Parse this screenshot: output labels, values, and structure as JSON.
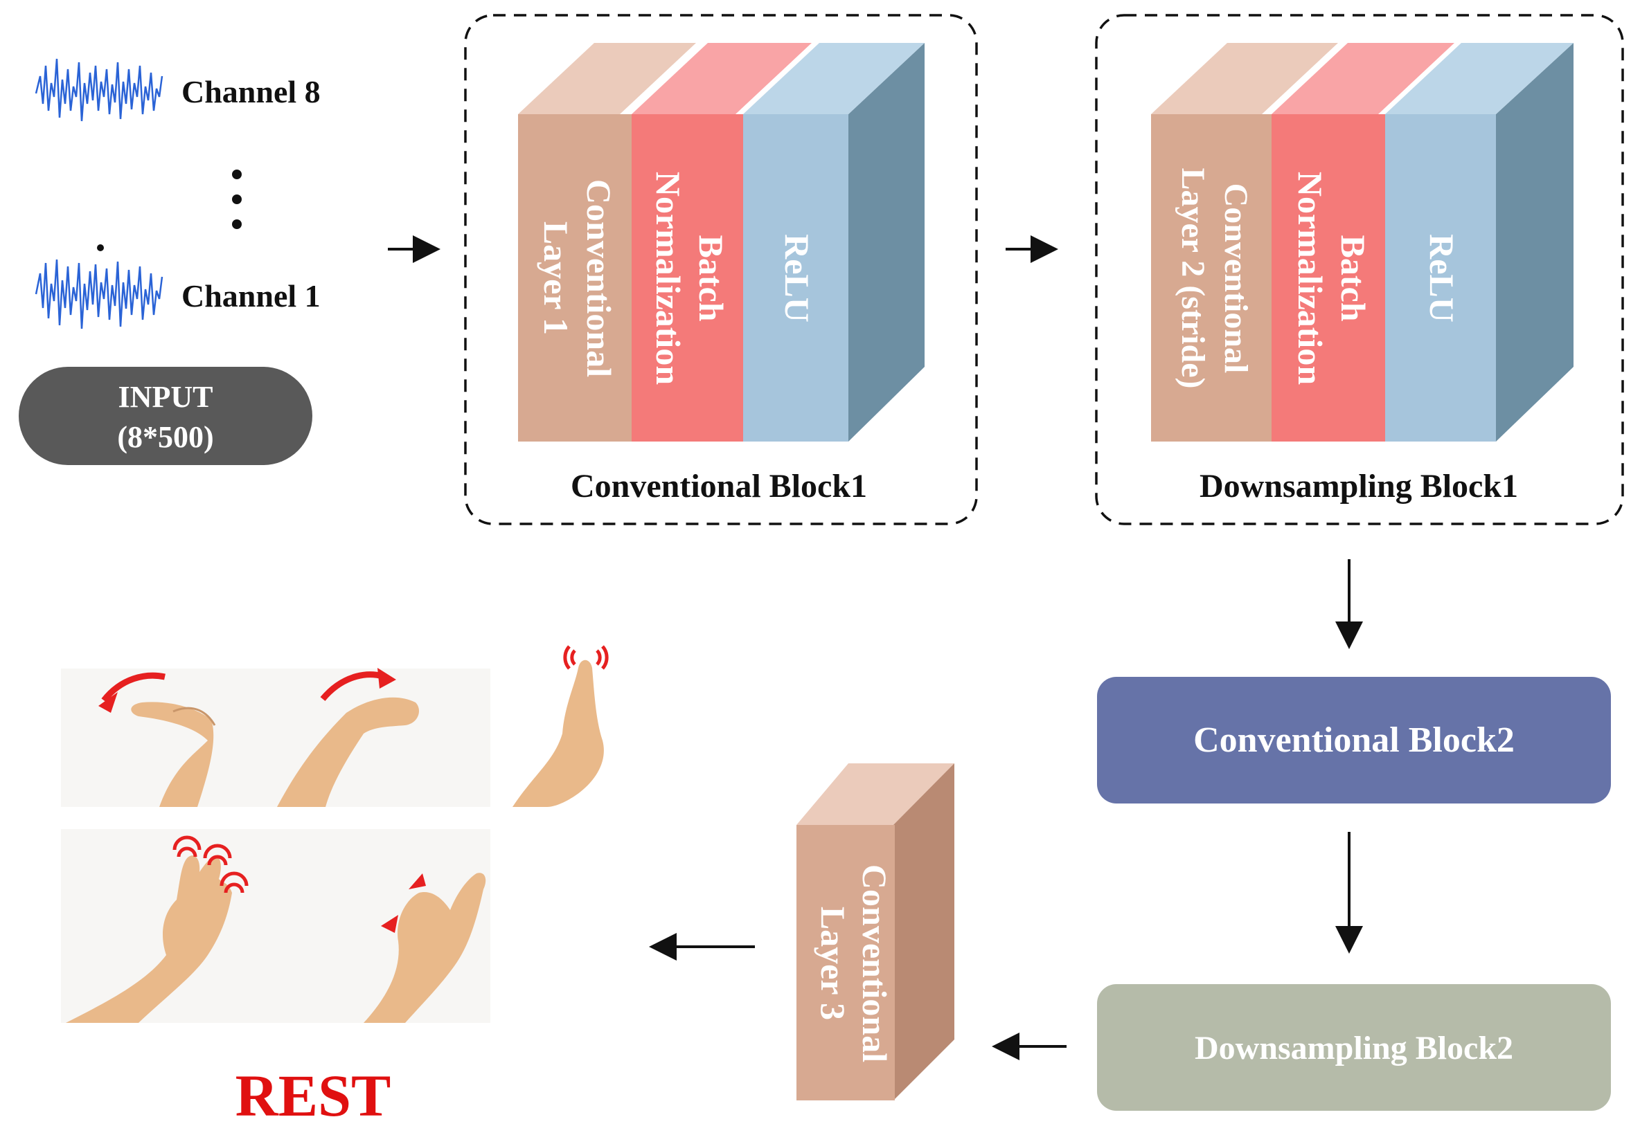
{
  "input": {
    "channel_top": "Channel 8",
    "channel_bottom": "Channel 1",
    "label_line1": "INPUT",
    "label_line2": "(8*500)"
  },
  "block1": {
    "title": "Conventional Block1",
    "layers": [
      {
        "line1": "Conventional",
        "line2": "Layer 1"
      },
      {
        "line1": "Batch",
        "line2": "Normalization"
      },
      {
        "line1": "ReLU",
        "line2": ""
      }
    ]
  },
  "block2": {
    "title": "Downsampling Block1",
    "layers": [
      {
        "line1": "Conventional",
        "line2": "Layer 2 (stride)"
      },
      {
        "line1": "Batch",
        "line2": "Normalization"
      },
      {
        "line1": "ReLU",
        "line2": ""
      }
    ]
  },
  "conv_block2": "Conventional Block2",
  "down_block2": "Downsampling Block2",
  "layer3": {
    "line1": "Conventional",
    "line2": "Layer 3"
  },
  "output_label": "REST",
  "colors": {
    "conv_front": "#d7a991",
    "conv_top": "#ebcbbb",
    "conv_side": "#b98a73",
    "bn_front": "#f47a79",
    "bn_top": "#f9a4a6",
    "relu_front": "#a6c5dc",
    "relu_top": "#bcd6e8",
    "relu_side": "#6d8fa3",
    "conv_block2": "#6673a8",
    "down_block2": "#b5bba9",
    "input_pill": "#595959",
    "signal": "#2a63d6",
    "gesture_red": "#e62020",
    "skin": "#e9b98a",
    "output_text": "#e01010"
  },
  "icons": [
    "emg-signal-icon",
    "wrist-flexion-icon",
    "wrist-extension-icon",
    "index-finger-icon",
    "three-finger-icon",
    "pinch-icon"
  ]
}
